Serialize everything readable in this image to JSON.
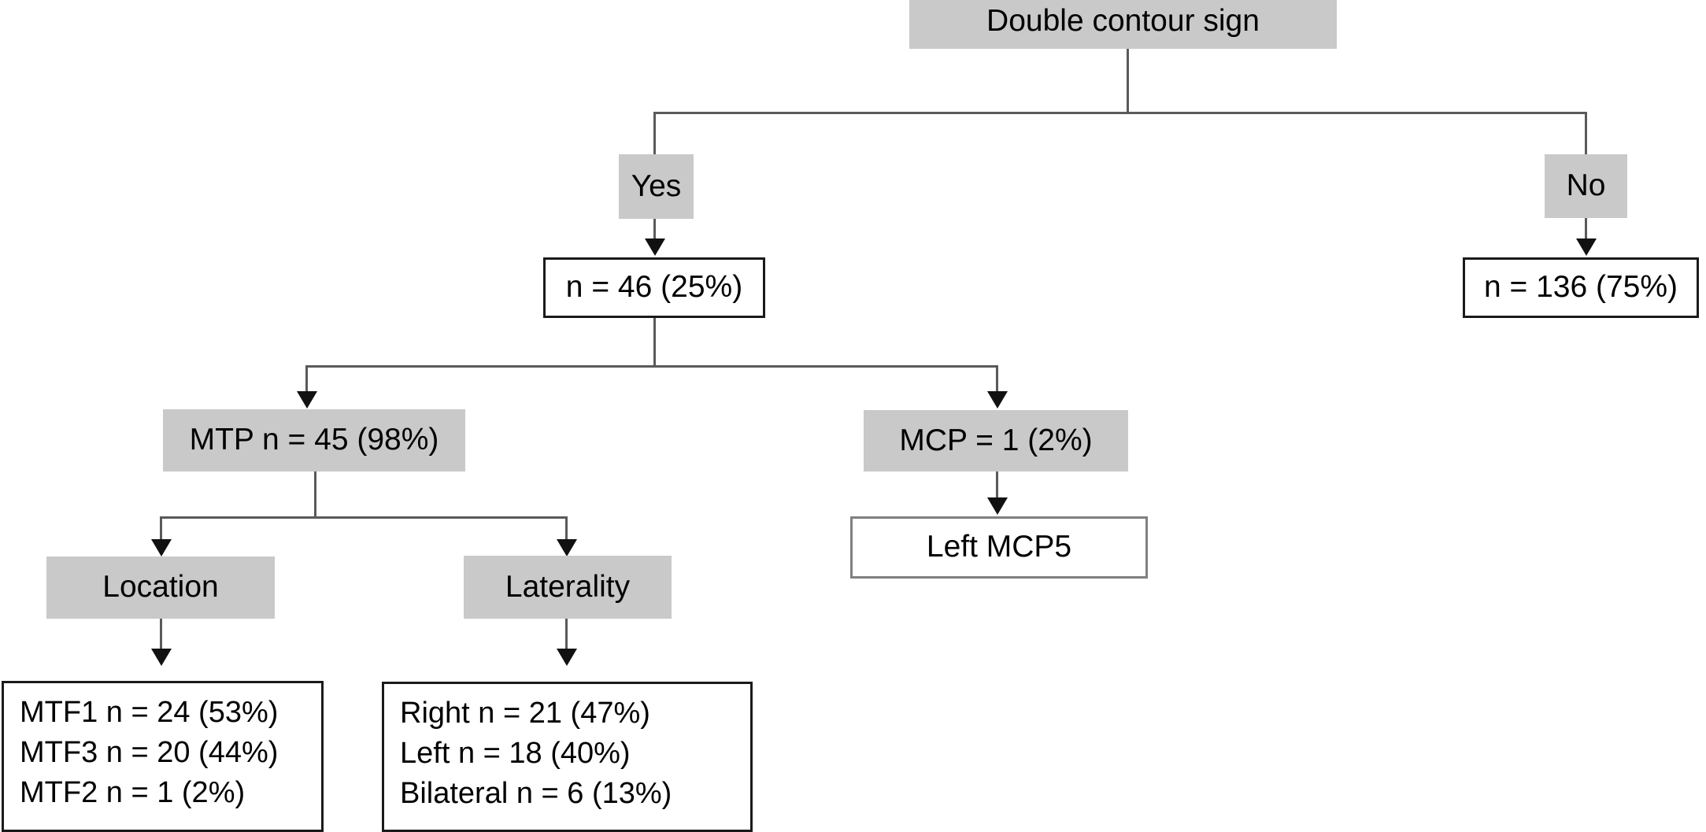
{
  "diagram": {
    "title": "Double contour sign flowchart",
    "colors": {
      "node_fill_gray": "#c9c9c9",
      "node_fill_white": "#ffffff",
      "border_dark": "#1a1a1a",
      "border_gray": "#808080",
      "connector": "#5a5a5a",
      "arrow": "#111111",
      "text": "#000000"
    },
    "nodes": {
      "root": {
        "label": "Double contour sign"
      },
      "yes": {
        "label": "Yes"
      },
      "no": {
        "label": "No"
      },
      "yes_count": {
        "label": "n = 46 (25%)"
      },
      "no_count": {
        "label": "n = 136 (75%)"
      },
      "mtp": {
        "label": "MTP n = 45 (98%)"
      },
      "mcp": {
        "label": "MCP = 1 (2%)"
      },
      "left_mcp5": {
        "label": "Left MCP5"
      },
      "location": {
        "label": "Location"
      },
      "laterality": {
        "label": "Laterality"
      },
      "location_list": {
        "lines": [
          "MTF1 n = 24 (53%)",
          "MTF3 n = 20 (44%)",
          "MTF2 n = 1 (2%)"
        ]
      },
      "laterality_list": {
        "lines": [
          "Right  n = 21 (47%)",
          "Left n = 18 (40%)",
          "Bilateral  n = 6 (13%)"
        ]
      }
    }
  }
}
